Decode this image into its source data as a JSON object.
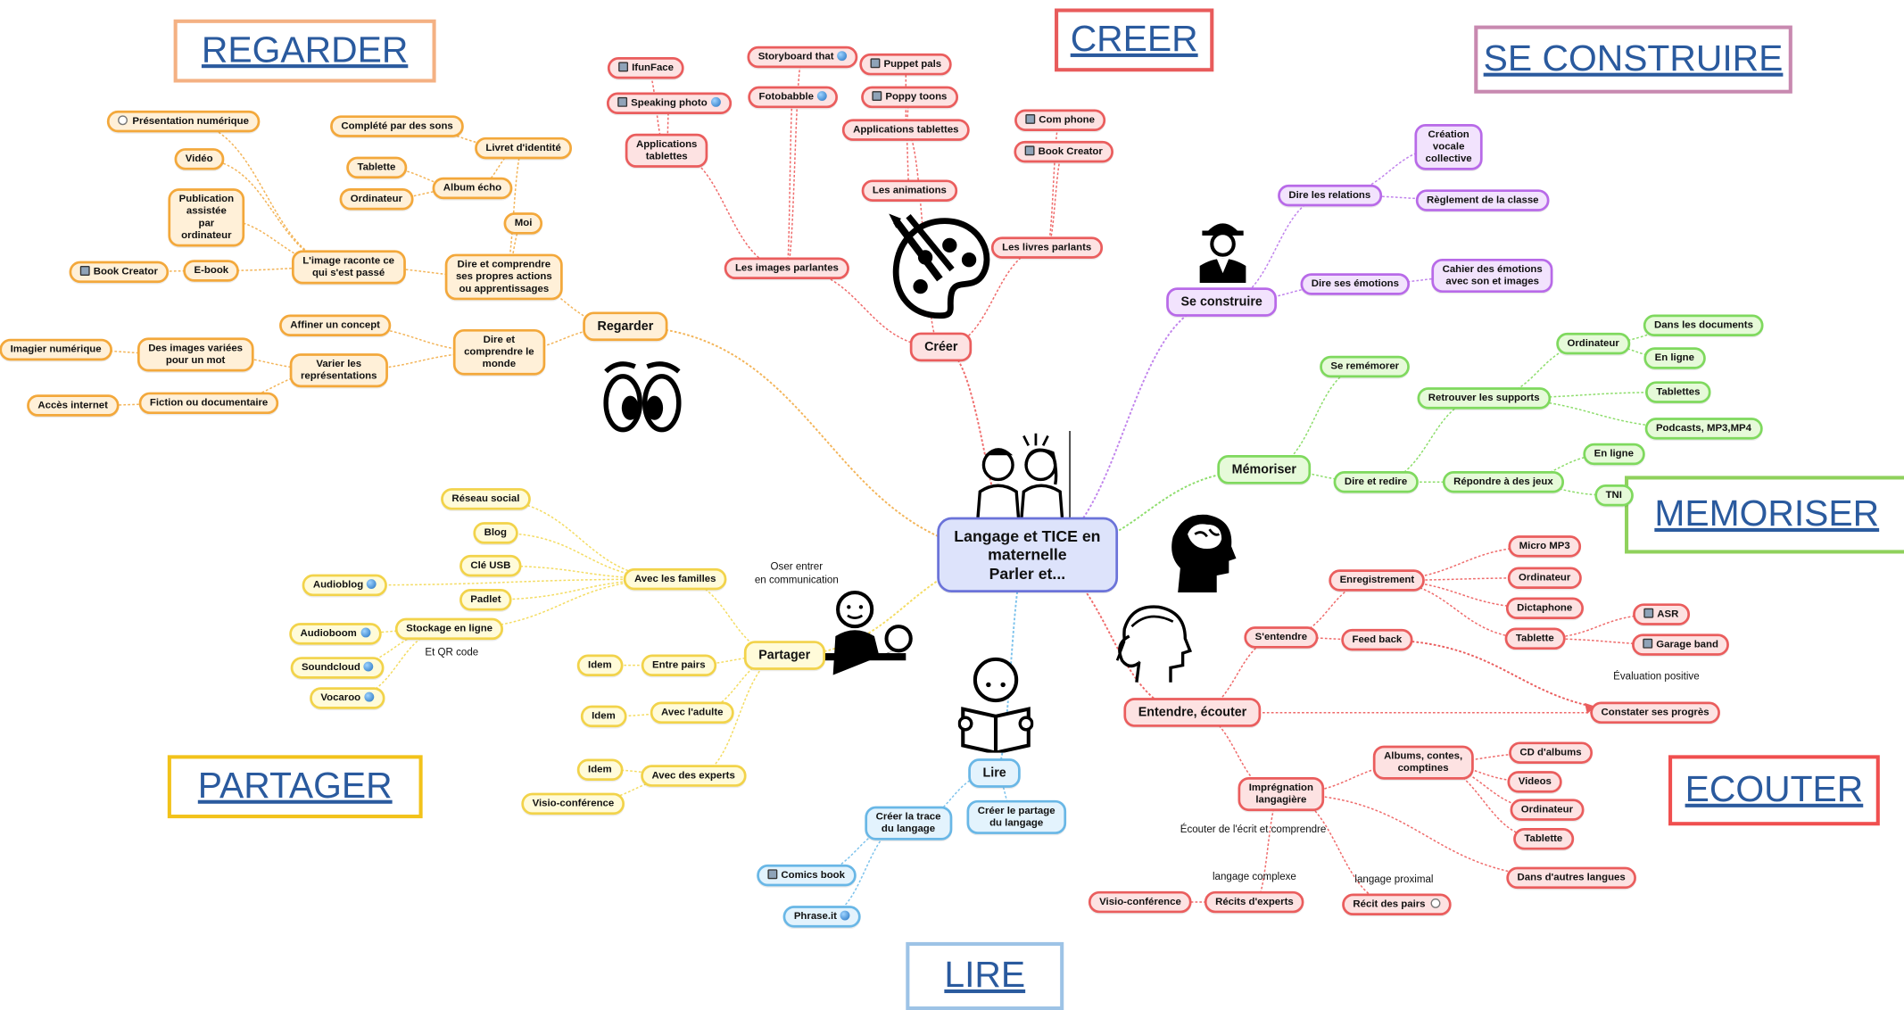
{
  "headers": {
    "regarder": "REGARDER",
    "creer": "CREER",
    "se_construire": "SE CONSTRUIRE",
    "memoriser": "MEMORISER",
    "ecouter": "ECOUTER",
    "partager": "PARTAGER",
    "lire": "LIRE"
  },
  "colors": {
    "orange": "#f3a83b",
    "red": "#ea5d5d",
    "purple": "#b86ae8",
    "green": "#7fd95e",
    "yellow": "#f2d34a",
    "blue": "#69b7e6",
    "center": "#6b73d9"
  },
  "center": {
    "title": "Langage et TICE en\nmaternelle\nParler et..."
  },
  "regarder": {
    "root": "Regarder",
    "dire_comprendre_actions": "Dire et comprendre\nses propres actions\nou apprentissages",
    "livret": "Livret d'identité",
    "complete_sons": "Complété par des sons",
    "album_echo": "Album écho",
    "tablette": "Tablette",
    "ordinateur": "Ordinateur",
    "moi": "Moi",
    "image_raconte": "L'image raconte ce\nqui s'est passé",
    "presentation": "Présentation numérique",
    "video": "Vidéo",
    "publication": "Publication\nassistée\npar\nordinateur",
    "ebook": "E-book",
    "book_creator": "Book Creator",
    "dire_monde": "Dire et\ncomprendre le\nmonde",
    "affiner": "Affiner un concept",
    "varier": "Varier les\nreprésentations",
    "images_variees": "Des images variées\npour un mot",
    "imagier": "Imagier numérique",
    "fiction": "Fiction ou documentaire",
    "acces": "Accès internet"
  },
  "creer": {
    "root": "Créer",
    "images_parlantes": "Les images parlantes",
    "applications_tablettes_left": "Applications\ntablettes",
    "ifunface": "IfunFace",
    "speaking_photo": "Speaking photo",
    "storyboard": "Storyboard that",
    "fotobabble": "Fotobabble",
    "applications_tablettes": "Applications tablettes",
    "puppet_pals": "Puppet pals",
    "poppy_toons": "Poppy toons",
    "animations": "Les animations",
    "livres_parlants": "Les livres parlants",
    "com_phone": "Com phone",
    "book_creator": "Book Creator"
  },
  "se_construire": {
    "root": "Se construire",
    "dire_relations": "Dire les relations",
    "creation_vocale": "Création\nvocale\ncollective",
    "reglement": "Règlement de la classe",
    "dire_emotions": "Dire ses émotions",
    "cahier_emotions": "Cahier des émotions\navec son et images"
  },
  "memoriser": {
    "root": "Mémoriser",
    "se_rememorer": "Se remémorer",
    "dire_redire": "Dire et redire",
    "retrouver": "Retrouver les supports",
    "ordinateur": "Ordinateur",
    "dans_documents": "Dans les documents",
    "en_ligne": "En ligne",
    "tablettes": "Tablettes",
    "podcasts": "Podcasts, MP3,MP4",
    "repondre": "Répondre à des jeux",
    "en_ligne_2": "En ligne",
    "tni": "TNI"
  },
  "ecouter": {
    "root": "Entendre, écouter",
    "s_entendre": "S'entendre",
    "enregistrement": "Enregistrement",
    "micro": "Micro MP3",
    "ordinateur": "Ordinateur",
    "dictaphone": "Dictaphone",
    "tablette": "Tablette",
    "asr": "ASR",
    "garage_band": "Garage band",
    "feed_back": "Feed back",
    "evaluation": "Évaluation positive",
    "constater": "Constater ses progrès",
    "impregnation": "Imprégnation\nlangagière",
    "albums": "Albums, contes,\ncomptines",
    "cd_albums": "CD d'albums",
    "videos": "Videos",
    "ordinateur_2": "Ordinateur",
    "tablette_2": "Tablette",
    "autres_langues": "Dans d'autres langues",
    "ecouter_ecrit": "Écouter de l'écrit et comprendre",
    "langage_complexe": "langage complexe",
    "recits_experts": "Récits d'experts",
    "visio": "Visio-conférence",
    "langage_proximal": "langage proximal",
    "recit_pairs": "Récit des pairs"
  },
  "partager": {
    "root": "Partager",
    "oser": "Oser entrer\nen communication",
    "familles": "Avec les familles",
    "reseau": "Réseau social",
    "blog": "Blog",
    "cle_usb": "Clé USB",
    "padlet": "Padlet",
    "audioblog": "Audioblog",
    "stockage": "Stockage en ligne",
    "audioboom": "Audioboom",
    "soundcloud": "Soundcloud",
    "vocaroo": "Vocaroo",
    "qr": "Et QR code",
    "entre_pairs": "Entre pairs",
    "idem_1": "Idem",
    "adulte": "Avec l'adulte",
    "idem_2": "Idem",
    "experts": "Avec des experts",
    "idem_3": "Idem",
    "visio": "Visio-conférence"
  },
  "lire": {
    "root": "Lire",
    "trace": "Créer la trace\ndu langage",
    "partage": "Créer le partage\ndu langage",
    "comics": "Comics book",
    "phrase": "Phrase.it"
  },
  "icons": [
    "tablet-icon",
    "globe-icon",
    "palette-icon",
    "worker-icon",
    "eyes-icon",
    "head-brain-icon",
    "ear-listening-icon",
    "reading-child-icon",
    "sharing-child-icon",
    "two-people-talking-icon"
  ]
}
